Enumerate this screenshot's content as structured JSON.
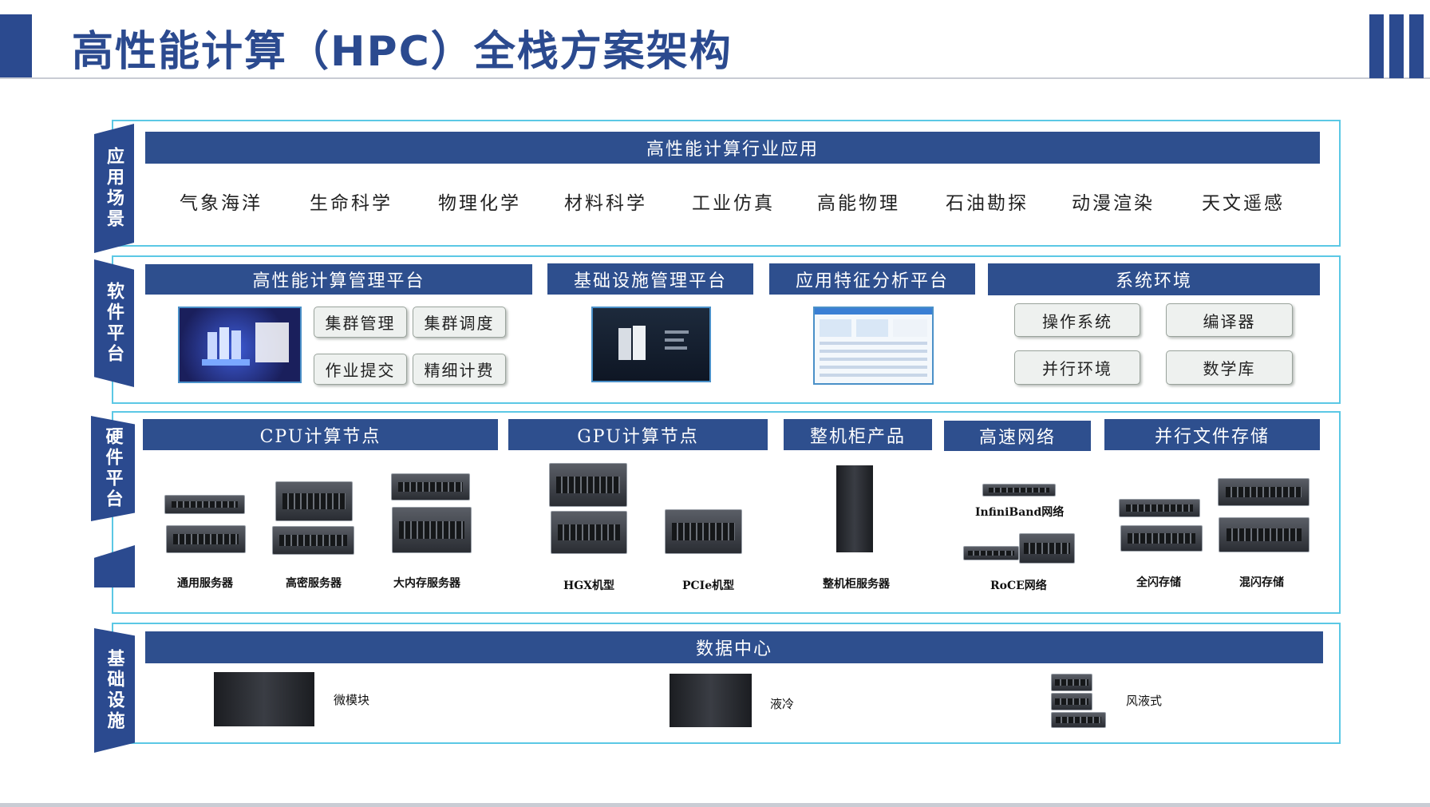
{
  "page": {
    "title": "高性能计算（HPC）全栈方案架构"
  },
  "colors": {
    "primary": "#2b4a8f",
    "band": "#2e4f8e",
    "border": "#5bc8e5"
  },
  "layers": {
    "application": {
      "tab": "应用场景",
      "band": "高性能计算行业应用",
      "apps": [
        "气象海洋",
        "生命科学",
        "物理化学",
        "材料科学",
        "工业仿真",
        "高能物理",
        "石油勘探",
        "动漫渲染",
        "天文遥感"
      ]
    },
    "software": {
      "tab": "软件平台",
      "mgmt": {
        "band": "高性能计算管理平台",
        "items": [
          "集群管理",
          "集群调度",
          "作业提交",
          "精细计费"
        ]
      },
      "infra": {
        "band": "基础设施管理平台"
      },
      "analysis": {
        "band": "应用特征分析平台"
      },
      "system": {
        "band": "系统环境",
        "items": [
          "操作系统",
          "编译器",
          "并行环境",
          "数学库"
        ]
      }
    },
    "hardware": {
      "tab": "硬件平台",
      "cpu": {
        "band": "CPU计算节点",
        "items": [
          "通用服务器",
          "高密服务器",
          "大内存服务器"
        ]
      },
      "gpu": {
        "band": "GPU计算节点",
        "items": [
          "HGX机型",
          "PCIe机型"
        ]
      },
      "rack": {
        "band": "整机柜产品",
        "items": [
          "整机柜服务器"
        ]
      },
      "network": {
        "band": "高速网络",
        "items": [
          "InfiniBand网络",
          "RoCE网络"
        ]
      },
      "storage": {
        "band": "并行文件存储",
        "items": [
          "全闪存储",
          "混闪存储"
        ]
      }
    },
    "facility": {
      "tab": "基础设施",
      "band": "数据中心",
      "items": [
        "微模块",
        "液冷",
        "风液式"
      ]
    }
  }
}
